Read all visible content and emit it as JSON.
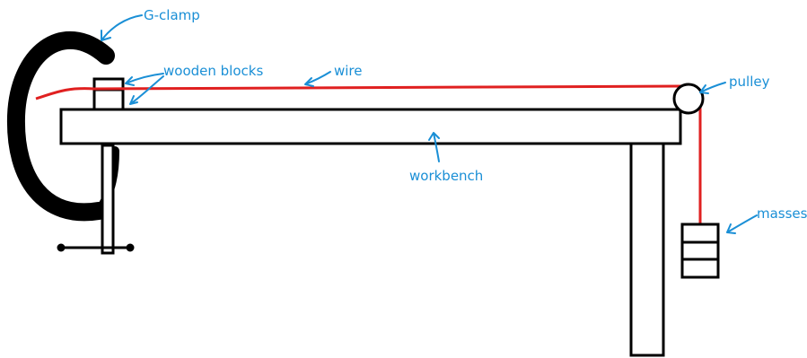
{
  "labels": {
    "g_clamp": "G-clamp",
    "wooden_blocks": "wooden blocks",
    "wire": "wire",
    "pulley": "pulley",
    "workbench": "workbench",
    "masses": "masses"
  },
  "colors": {
    "ink": "#000000",
    "wire": "#e02020",
    "annotation": "#1a8fd6"
  }
}
